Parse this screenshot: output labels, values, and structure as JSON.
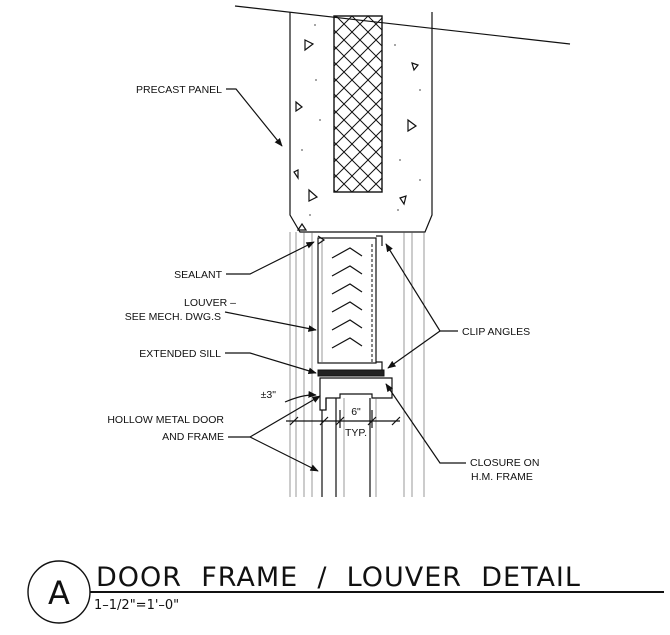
{
  "labels": {
    "precast_panel": "PRECAST PANEL",
    "sealant": "SEALANT",
    "louver_line1": "LOUVER –",
    "louver_line2": "SEE MECH. DWG.S",
    "extended_sill": "EXTENDED SILL",
    "clip_angles": "CLIP ANGLES",
    "plus_minus": "±3\"",
    "hollow_line1": "HOLLOW METAL DOOR",
    "hollow_line2": "AND FRAME",
    "dim_value": "6\"",
    "dim_typ": "TYP.",
    "closure_line1": "CLOSURE ON",
    "closure_line2": "H.M. FRAME"
  },
  "title_block": {
    "detail_letter": "A",
    "title": "DOOR  FRAME  /  LOUVER  DETAIL",
    "scale": "1–1/2\"=1'–0\""
  }
}
